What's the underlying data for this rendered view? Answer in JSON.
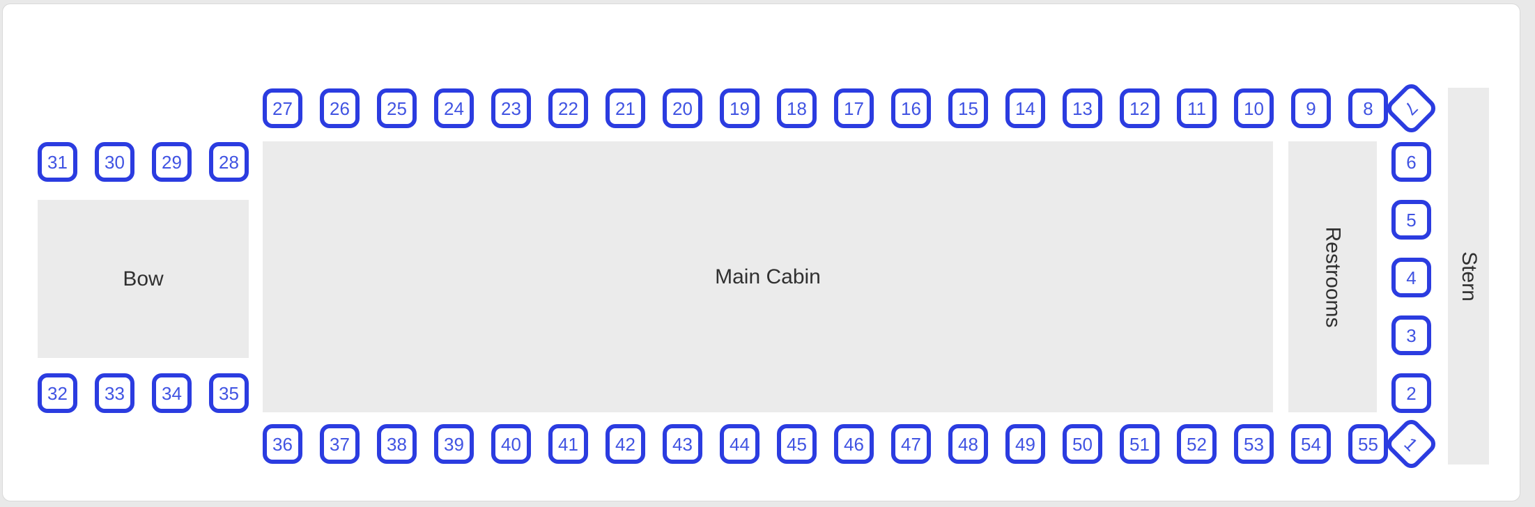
{
  "colors": {
    "seat_border": "#2b3ce0",
    "seat_number": "#4053e2",
    "zone_fill": "#ebebeb",
    "zone_label": "#303030",
    "page_bg": "#e9e9e9",
    "card_bg": "#ffffff",
    "card_border": "#d9d9d9"
  },
  "zones": {
    "bow": {
      "label": "Bow"
    },
    "main_cabin": {
      "label": "Main Cabin"
    },
    "restrooms": {
      "label": "Restrooms"
    },
    "stern": {
      "label": "Stern"
    }
  },
  "seats": {
    "top_row": [
      "27",
      "26",
      "25",
      "24",
      "23",
      "22",
      "21",
      "20",
      "19",
      "18",
      "17",
      "16",
      "15",
      "14",
      "13",
      "12",
      "11",
      "10",
      "9",
      "8"
    ],
    "diamond_top": "7",
    "left_upper_row": [
      "31",
      "30",
      "29",
      "28"
    ],
    "left_lower_row": [
      "32",
      "33",
      "34",
      "35"
    ],
    "right_column": [
      "6",
      "5",
      "4",
      "3",
      "2"
    ],
    "bottom_row": [
      "36",
      "37",
      "38",
      "39",
      "40",
      "41",
      "42",
      "43",
      "44",
      "45",
      "46",
      "47",
      "48",
      "49",
      "50",
      "51",
      "52",
      "53",
      "54",
      "55"
    ],
    "diamond_bottom": "1"
  }
}
